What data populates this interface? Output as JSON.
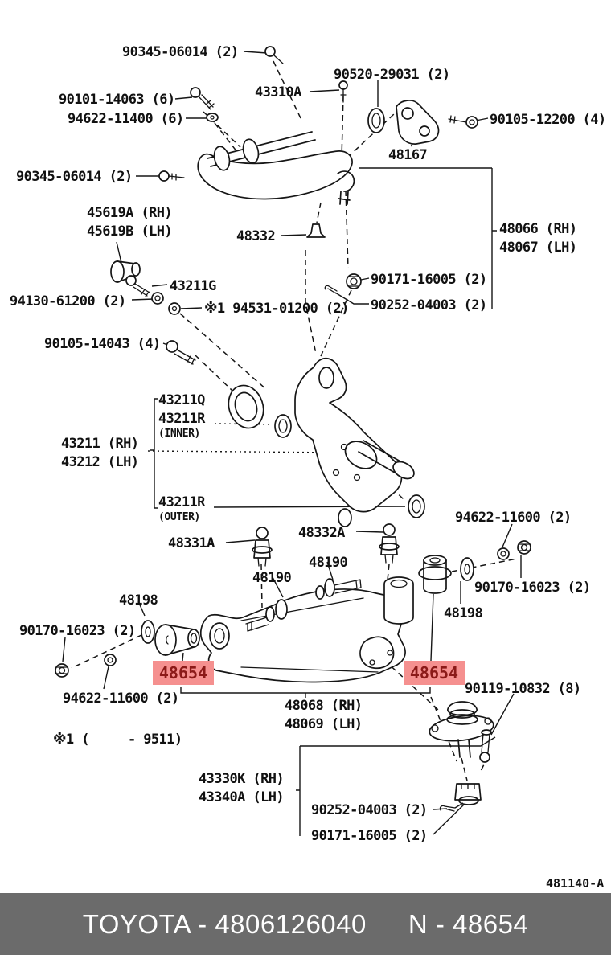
{
  "diagram": {
    "labels": [
      {
        "text": "90345-06014 (2)"
      },
      {
        "text": "90520-29031 (2)"
      },
      {
        "text": "43310A"
      },
      {
        "text": "90101-14063 (6)"
      },
      {
        "text": "94622-11400 (6)"
      },
      {
        "text": "90105-12200 (4)"
      },
      {
        "text": "48167"
      },
      {
        "text": "90345-06014 (2)"
      },
      {
        "text": "45619A (RH)"
      },
      {
        "text": "45619B (LH)"
      },
      {
        "text": "48332"
      },
      {
        "text": "48066 (RH)"
      },
      {
        "text": "48067 (LH)"
      },
      {
        "text": "90171-16005 (2)"
      },
      {
        "text": "43211G"
      },
      {
        "text": "94130-61200 (2)"
      },
      {
        "text": "90252-04003 (2)"
      },
      {
        "text": "※1 94531-01200 (2)"
      },
      {
        "text": "90105-14043 (4)"
      },
      {
        "text": "43211Q"
      },
      {
        "text": "43211R"
      },
      {
        "text": "(INNER)"
      },
      {
        "text": "43211 (RH)"
      },
      {
        "text": "43212 (LH)"
      },
      {
        "text": "43211R"
      },
      {
        "text": "(OUTER)"
      },
      {
        "text": "94622-11600 (2)"
      },
      {
        "text": "48331A"
      },
      {
        "text": "48332A"
      },
      {
        "text": "48190"
      },
      {
        "text": "48190"
      },
      {
        "text": "90170-16023 (2)"
      },
      {
        "text": "48198"
      },
      {
        "text": "48198"
      },
      {
        "text": "90170-16023 (2)"
      },
      {
        "text": "48654",
        "highlight": true
      },
      {
        "text": "48654",
        "highlight": true
      },
      {
        "text": "94622-11600 (2)"
      },
      {
        "text": "90119-10832 (8)"
      },
      {
        "text": "48068 (RH)"
      },
      {
        "text": "48069 (LH)"
      },
      {
        "text": "※1 (     - 9511)"
      },
      {
        "text": "43330K (RH)"
      },
      {
        "text": "43340A (LH)"
      },
      {
        "text": "90252-04003 (2)"
      },
      {
        "text": "90171-16005 (2)"
      },
      {
        "text": "481140-A"
      }
    ]
  },
  "footer": {
    "left": "TOYOTA - 4806126040",
    "right": "N - 48654"
  },
  "theme": {
    "highlight_bg": "#f5908f",
    "highlight_text": "#8b1a18",
    "line_color": "#161616",
    "footer_bg": "#6b6b6b",
    "footer_text": "#ffffff"
  }
}
